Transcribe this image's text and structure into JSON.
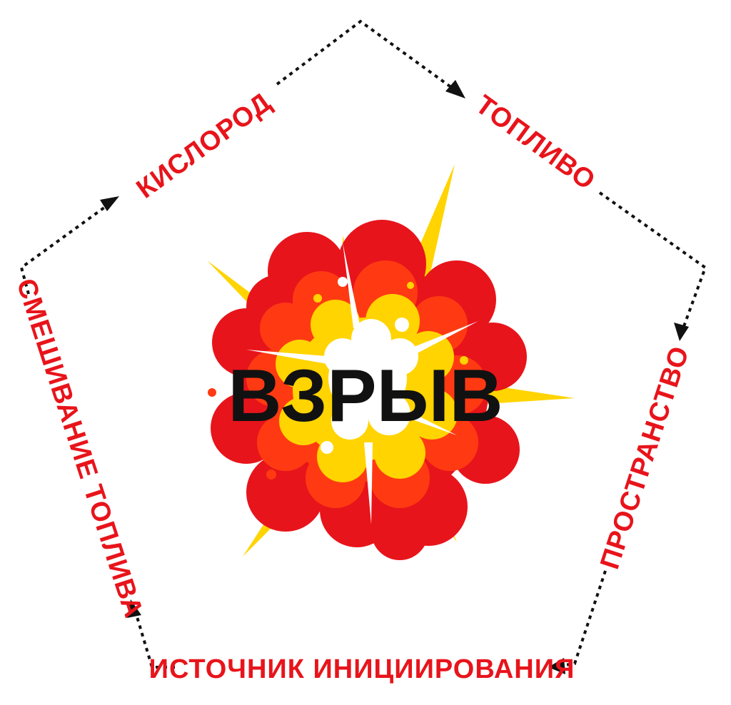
{
  "diagram": {
    "center": "ВЗРЫВ",
    "nodes": [
      {
        "id": "fuel",
        "label": "ТОПЛИВО"
      },
      {
        "id": "space",
        "label": "ПРОСТРАНСТВО"
      },
      {
        "id": "ignition",
        "label": "ИСТОЧНИК ИНИЦИИРОВАНИЯ"
      },
      {
        "id": "mixing",
        "label": "СМЕШИВАНИЕ ТОПЛИВА"
      },
      {
        "id": "oxygen",
        "label": "КИСЛОРОД"
      }
    ],
    "edges": [
      {
        "from": "oxygen",
        "to": "fuel"
      },
      {
        "from": "fuel",
        "to": "space"
      },
      {
        "from": "space",
        "to": "ignition"
      },
      {
        "from": "ignition",
        "to": "mixing"
      },
      {
        "from": "mixing",
        "to": "oxygen"
      }
    ],
    "colors": {
      "label": "#e8141b",
      "arrows": "#111111",
      "blast_outer": "#e8141b",
      "blast_mid": "#ff3a12",
      "blast_inner": "#ffd400",
      "blast_core": "#ffffff"
    }
  }
}
